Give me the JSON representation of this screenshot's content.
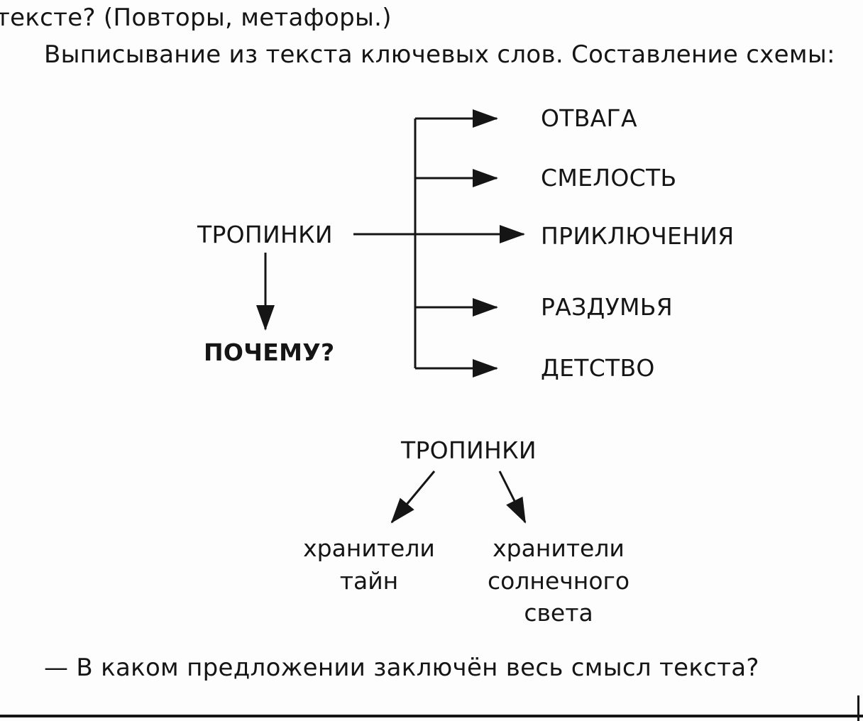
{
  "colors": {
    "ink": "#151515",
    "paper": "#fdfdfd"
  },
  "header": {
    "line1": "тексте? (Повторы, метафоры.)",
    "line2": "Выписывание из текста ключевых слов. Составление схемы:"
  },
  "schema1": {
    "source": "ТРОПИНКИ",
    "question": "ПОЧЕМУ?",
    "targets": [
      "ОТВАГА",
      "СМЕЛОСТЬ",
      "ПРИКЛЮЧЕНИЯ",
      "РАЗДУМЬЯ",
      "ДЕТСТВО"
    ]
  },
  "schema2": {
    "root": "ТРОПИНКИ",
    "left": {
      "lines": [
        "хранители",
        "тайн"
      ]
    },
    "right": {
      "lines": [
        "хранители",
        "солнечного",
        "света"
      ]
    }
  },
  "footer": {
    "text": "— В каком предложении заключён весь смысл текста?"
  }
}
